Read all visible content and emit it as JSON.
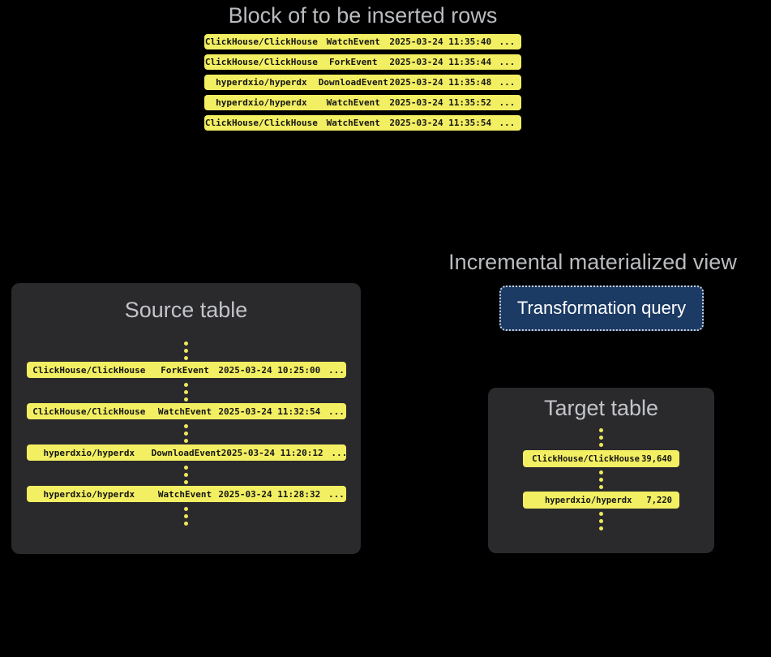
{
  "colors": {
    "background": "#000000",
    "row_yellow": "#f3ef62",
    "row_text": "#151515",
    "panel_bg": "#2a2a2d",
    "title_gray": "#b9bbbe",
    "button_bg": "#1b3a64",
    "button_border": "#ced2d8",
    "button_text": "#ffffff",
    "dot_yellow": "#ede75e"
  },
  "inserted_block": {
    "title": "Block of to be inserted rows",
    "rows": [
      {
        "repo": "ClickHouse/ClickHouse",
        "event": "WatchEvent",
        "time": "2025-03-24 11:35:40",
        "more": "..."
      },
      {
        "repo": "ClickHouse/ClickHouse",
        "event": "ForkEvent",
        "time": "2025-03-24 11:35:44",
        "more": "..."
      },
      {
        "repo": "hyperdxio/hyperdx",
        "event": "DownloadEvent",
        "time": "2025-03-24 11:35:48",
        "more": "..."
      },
      {
        "repo": "hyperdxio/hyperdx",
        "event": "WatchEvent",
        "time": "2025-03-24 11:35:52",
        "more": "..."
      },
      {
        "repo": "ClickHouse/ClickHouse",
        "event": "WatchEvent",
        "time": "2025-03-24 11:35:54",
        "more": "..."
      }
    ]
  },
  "source_table": {
    "title": "Source table",
    "rows": [
      {
        "repo": "ClickHouse/ClickHouse",
        "event": "ForkEvent",
        "time": "2025-03-24 10:25:00",
        "more": "..."
      },
      {
        "repo": "ClickHouse/ClickHouse",
        "event": "WatchEvent",
        "time": "2025-03-24 11:32:54",
        "more": "..."
      },
      {
        "repo": "hyperdxio/hyperdx",
        "event": "DownloadEvent",
        "time": "2025-03-24 11:20:12",
        "more": "..."
      },
      {
        "repo": "hyperdxio/hyperdx",
        "event": "WatchEvent",
        "time": "2025-03-24 11:28:32",
        "more": "..."
      }
    ]
  },
  "materialized_view": {
    "title": "Incremental materialized view",
    "button_label": "Transformation query"
  },
  "target_table": {
    "title": "Target table",
    "rows": [
      {
        "repo": "ClickHouse/ClickHouse",
        "count": "39,640"
      },
      {
        "repo": "hyperdxio/hyperdx",
        "count": "7,220"
      }
    ]
  }
}
